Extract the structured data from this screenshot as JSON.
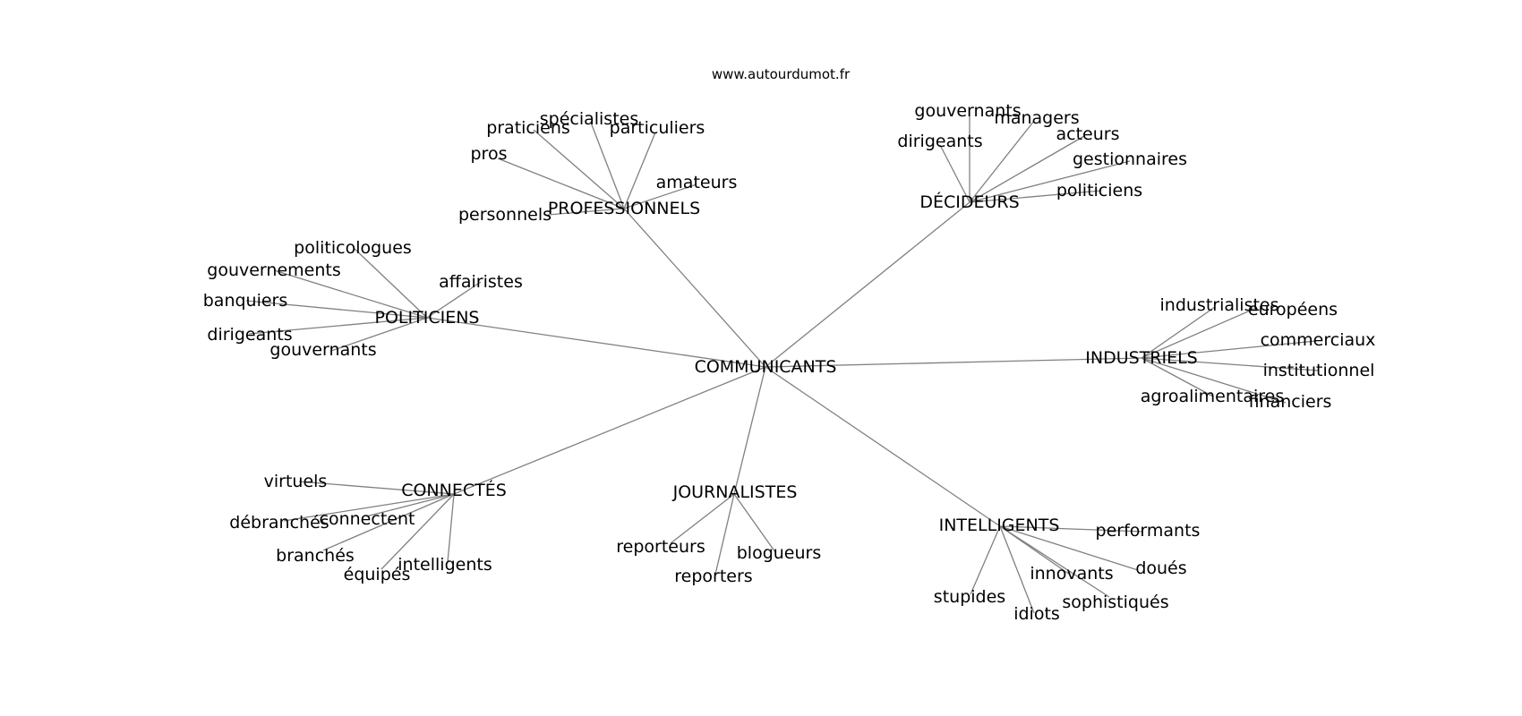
{
  "source": "www.autourdumot.fr",
  "graph": {
    "center": "COMMUNICANTS",
    "groups": [
      {
        "label": "PROFESSIONNELS",
        "words": [
          "spécialistes",
          "praticiens",
          "particuliers",
          "pros",
          "amateurs",
          "personnels"
        ]
      },
      {
        "label": "DÉCIDEURS",
        "words": [
          "gouvernants",
          "managers",
          "dirigeants",
          "acteurs",
          "gestionnaires",
          "politiciens"
        ]
      },
      {
        "label": "POLITICIENS",
        "words": [
          "politicologues",
          "gouvernements",
          "affairistes",
          "banquiers",
          "dirigeants",
          "gouvernants"
        ]
      },
      {
        "label": "INDUSTRIELS",
        "words": [
          "industrialistes",
          "européens",
          "commerciaux",
          "institutionnel",
          "agroalimentaires",
          "financiers"
        ]
      },
      {
        "label": "CONNECTÉS",
        "words": [
          "virtuels",
          "connectent",
          "débranchés",
          "branchés",
          "intelligents",
          "équipés"
        ]
      },
      {
        "label": "JOURNALISTES",
        "words": [
          "reporteurs",
          "blogueurs",
          "reporters"
        ]
      },
      {
        "label": "INTELLIGENTS",
        "words": [
          "performants",
          "doués",
          "innovants",
          "stupides",
          "sophistiqués",
          "idiots"
        ]
      }
    ]
  }
}
